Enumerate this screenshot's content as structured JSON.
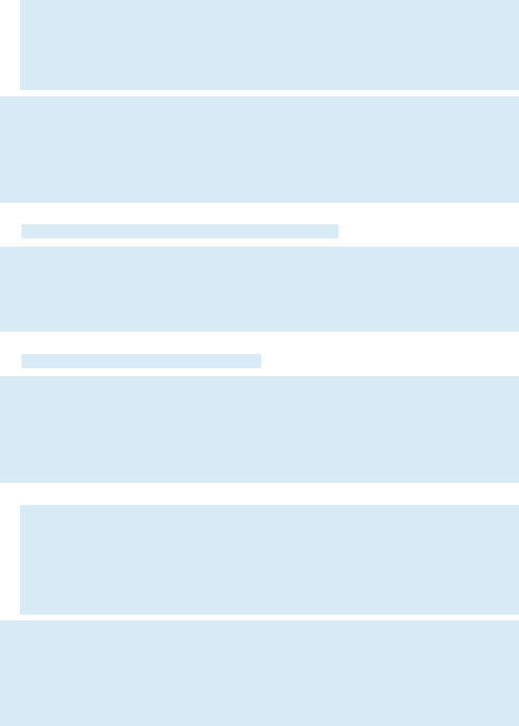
{
  "page": {
    "state": "loading",
    "placeholder_color": "#d9ebf5",
    "background_color": "#ffffff"
  },
  "blocks": [
    {
      "kind": "content-card-placeholder"
    },
    {
      "kind": "content-card-placeholder"
    },
    {
      "kind": "text-line-placeholder"
    },
    {
      "kind": "content-card-placeholder"
    },
    {
      "kind": "text-line-placeholder"
    },
    {
      "kind": "content-card-placeholder"
    },
    {
      "kind": "content-card-placeholder"
    },
    {
      "kind": "content-card-placeholder"
    }
  ]
}
